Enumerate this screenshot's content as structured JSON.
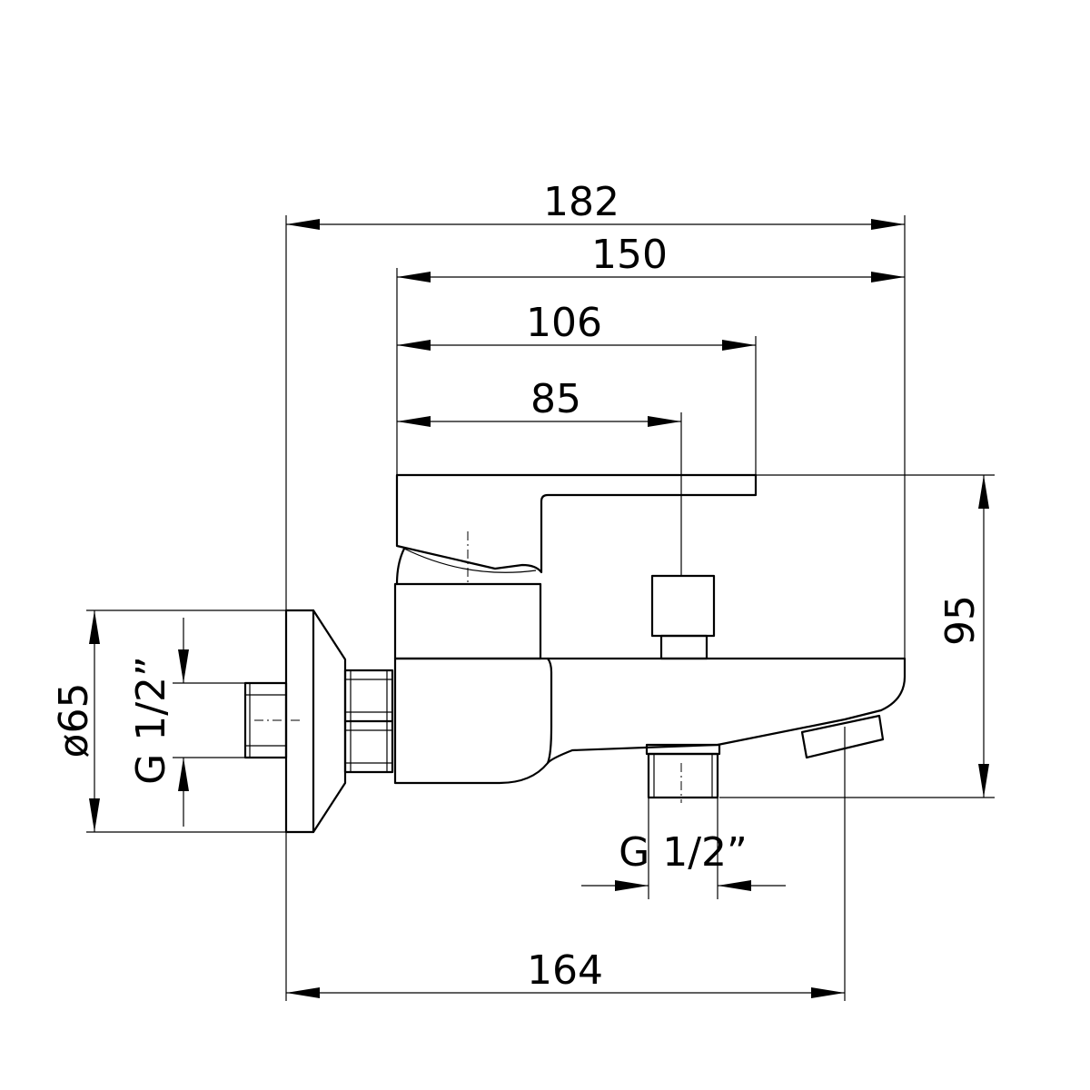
{
  "drawing": {
    "dimensions": {
      "overall_length": "182",
      "body_length": "150",
      "lever_length": "106",
      "outlet_offset": "85",
      "height": "95",
      "flange_diameter": "ø65",
      "inlet_thread": "G 1/2”",
      "outlet_thread": "G 1/2”",
      "spout_length": "164"
    }
  }
}
